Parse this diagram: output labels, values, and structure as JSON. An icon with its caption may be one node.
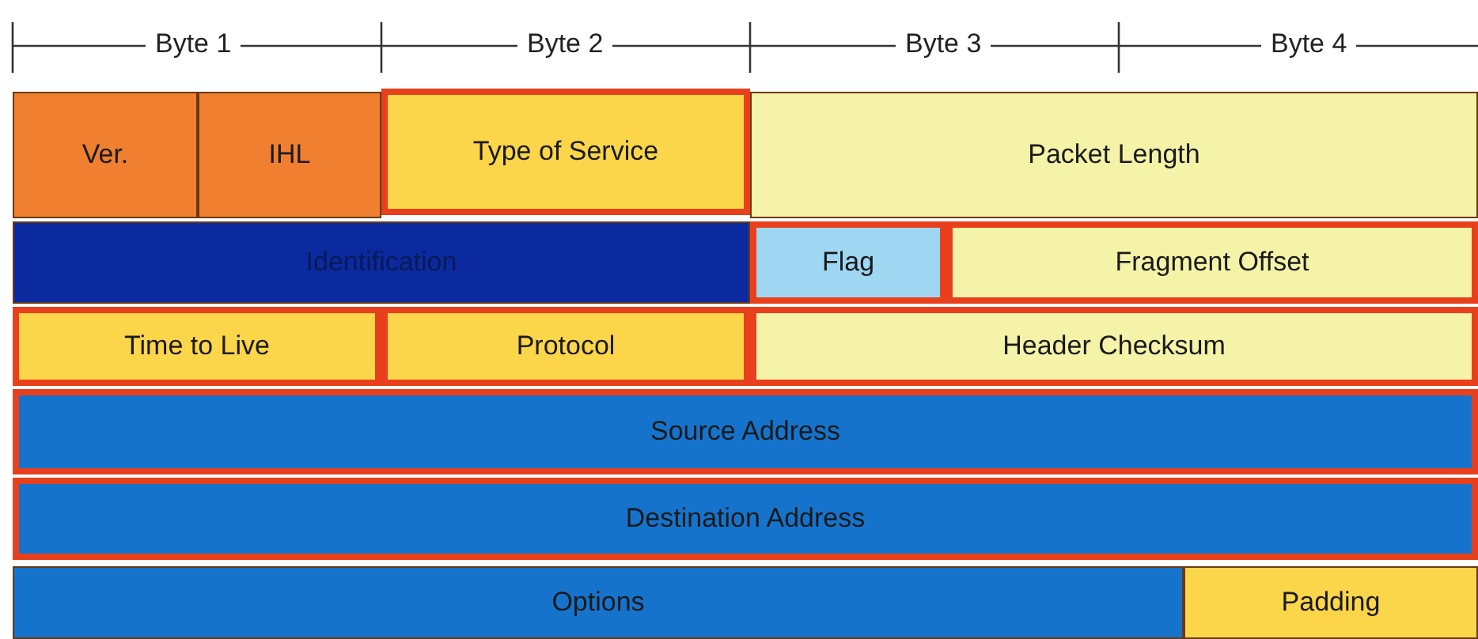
{
  "diagram": {
    "nodes": [
      {
        "text": [
          "Ver."
        ]
      },
      {
        "text": [
          "IHL"
        ]
      },
      {
        "text": [
          "Type of Service"
        ]
      },
      {
        "text": [
          "Packet Length"
        ]
      },
      {
        "text": [
          "Identification"
        ]
      },
      {
        "text": [
          "Flag"
        ]
      },
      {
        "text": [
          "Fragment Offset"
        ]
      },
      {
        "text": [
          "Time to Live"
        ]
      },
      {
        "text": [
          "Protocol"
        ]
      },
      {
        "text": [
          "Header Checksum"
        ]
      },
      {
        "text": [
          "Source Address"
        ]
      },
      {
        "text": [
          "Destination Address"
        ]
      },
      {
        "text": [
          "Options"
        ]
      },
      {
        "text": [
          "Padding"
        ]
      }
    ],
    "edges": [],
    "labels": [
      "Byte 1",
      "Byte 2",
      "Byte 3",
      "Byte 4"
    ]
  }
}
